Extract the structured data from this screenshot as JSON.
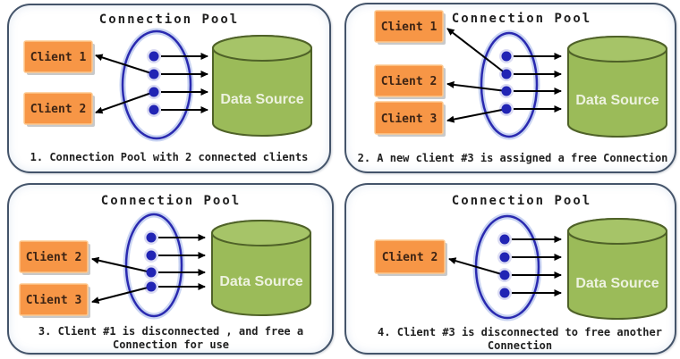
{
  "colors": {
    "panel_border": "#44546A",
    "client_box_fill": "#F79646",
    "client_box_border": "#FDC88E",
    "client_box_shadow": "#BFBFBF",
    "client_label_text": "#3D2414",
    "pool_ellipse_stroke": "#2A2AB0",
    "pool_ellipse_glow": "#C9D4F2",
    "connection_dot_fill": "#2124B4",
    "arrow_color": "#000000",
    "cylinder_fill": "#9BBB59",
    "cylinder_top_fill": "#A6C468",
    "cylinder_stroke": "#4F6228",
    "datasource_label_text": "#EDF2DF",
    "diagram_text": "#1F1F1F",
    "background": "#FFFFFF"
  },
  "panels": [
    {
      "title": "Connection Pool",
      "clients": [
        {
          "label": "Client 1"
        },
        {
          "label": "Client 2"
        }
      ],
      "datasource_label": "Data Source",
      "connection_dots": 4,
      "caption_lines": [
        "1. Connection Pool with 2 connected clients"
      ]
    },
    {
      "title": "Connection Pool",
      "clients": [
        {
          "label": "Client 1"
        },
        {
          "label": "Client 2"
        },
        {
          "label": "Client 3"
        }
      ],
      "datasource_label": "Data Source",
      "connection_dots": 4,
      "caption_lines": [
        "2. A new client #3 is assigned a free Connection"
      ]
    },
    {
      "title": "Connection Pool",
      "clients": [
        {
          "label": "Client 2"
        },
        {
          "label": "Client 3"
        }
      ],
      "datasource_label": "Data Source",
      "connection_dots": 4,
      "caption_lines": [
        "3. Client #1 is disconnected , and free a",
        "Connection for use"
      ]
    },
    {
      "title": "Connection Pool",
      "clients": [
        {
          "label": "Client 2"
        }
      ],
      "datasource_label": "Data Source",
      "connection_dots": 4,
      "caption_lines": [
        "4. Client #3 is disconnected to free another",
        "Connection"
      ]
    }
  ]
}
